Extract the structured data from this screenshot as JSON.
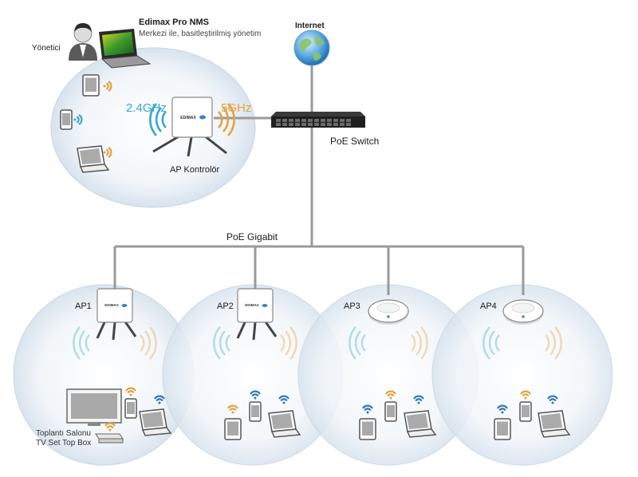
{
  "labels": {
    "admin": "Yönetici",
    "nms_title": "Edimax Pro NMS",
    "nms_subtitle": "Merkezi ile, basitleştirilmiş yönetim",
    "internet": "Internet",
    "band_24": "2.4GHz",
    "band_5": "5GHz",
    "poe_switch": "PoE Switch",
    "ap_controller": "AP Kontrolör",
    "poe_gigabit": "PoE Gigabit",
    "ap1": "AP1",
    "ap2": "AP2",
    "ap3": "AP3",
    "ap4": "AP4",
    "meeting_room": "Toplantı Salonu",
    "stb": "TV Set Top Box",
    "brand": "EDIMAX"
  },
  "colors": {
    "wifi_24": "#3aa6cf",
    "wifi_5": "#e6a23c",
    "cable": "#9a9a9a",
    "bubble": "#dfe8f2"
  }
}
